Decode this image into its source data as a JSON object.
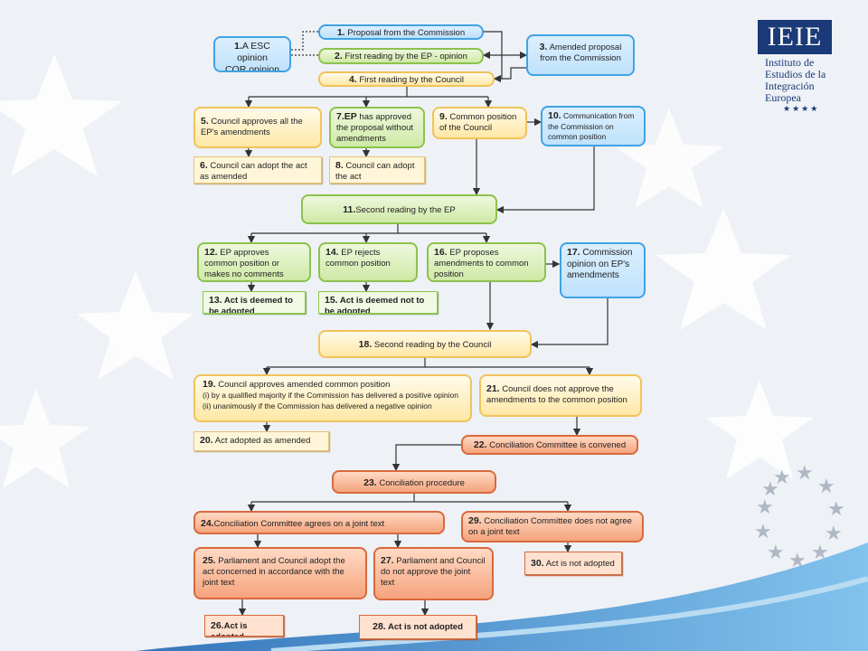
{
  "logo": {
    "mark": "IEIE",
    "line1": "Instituto de",
    "line2": "Estudios de la",
    "line3": "Integración",
    "line4": "Europea",
    "stars": "★★★★"
  },
  "nodes": {
    "n1": {
      "num": "1.",
      "text": "Proposal from the Commission"
    },
    "n1a": {
      "num": "1.",
      "text": "A ESC opinion",
      "text2": "COR opinion"
    },
    "n2": {
      "num": "2.",
      "text": "First reading by the EP - opinion"
    },
    "n3": {
      "num": "3.",
      "text": "Amended proposal from the Commission"
    },
    "n4": {
      "num": "4.",
      "text": "First reading by the Council"
    },
    "n5": {
      "num": "5.",
      "text": "Council approves all the EP's amendments"
    },
    "n6": {
      "num": "6.",
      "text": "Council can adopt the act as amended"
    },
    "n7": {
      "num": "7.EP",
      "text": "has approved the proposal without amendments"
    },
    "n8": {
      "num": "8.",
      "text": "Council can adopt the act"
    },
    "n9": {
      "num": "9.",
      "text": "Common position of the Council"
    },
    "n10": {
      "num": "10.",
      "text": "Communication from the Commission on common position"
    },
    "n11": {
      "num": "11.",
      "text": "Second reading by the EP"
    },
    "n12": {
      "num": "12.",
      "text": "EP approves common position or makes no comments"
    },
    "n13": {
      "num": "13.",
      "text": "Act is deemed to be adopted"
    },
    "n14": {
      "num": "14.",
      "text": "EP rejects common position"
    },
    "n15": {
      "num": "15.",
      "text": "Act is deemed not to be adopted"
    },
    "n16": {
      "num": "16.",
      "text": "EP proposes amendments to common position"
    },
    "n17": {
      "num": "17.",
      "text": "Commission opinion on EP's amendments"
    },
    "n18": {
      "num": "18.",
      "text": "Second reading by the Council"
    },
    "n19": {
      "num": "19.",
      "text": "Council approves amended common position",
      "line1": "(i) by a qualified majority if the Commission has delivered a positive opinion",
      "line2": "(ii) unanimously if the Commission has delivered a negative opinion"
    },
    "n20": {
      "num": "20.",
      "text": "Act adopted as amended"
    },
    "n21": {
      "num": "21.",
      "text": "Council does not approve the amendments to the common position"
    },
    "n22": {
      "num": "22.",
      "text": "Conciliation Committee is convened"
    },
    "n23": {
      "num": "23.",
      "text": "Conciliation procedure"
    },
    "n24": {
      "num": "24.",
      "text": "Conciliation Committee agrees on a joint text"
    },
    "n25": {
      "num": "25.",
      "text": "Parliament and Council adopt the act concerned in accordance with the joint text"
    },
    "n27": {
      "num": "27.",
      "text": "Parliament and Council do not approve the joint text"
    },
    "n29": {
      "num": "29.",
      "text": "Conciliation Committee does not agree on a joint text"
    },
    "n30": {
      "num": "30.",
      "text": "Act is not adopted"
    },
    "n26": {
      "num": "26.",
      "text": "Act is adopted"
    },
    "n28": {
      "num": "28.",
      "text": "Act is not adopted"
    }
  },
  "colors": {
    "blue": "#3fa3e3",
    "green": "#8cc24e",
    "yellow": "#f1c35a",
    "orange": "#d9693c",
    "logo": "#1a3a78"
  }
}
